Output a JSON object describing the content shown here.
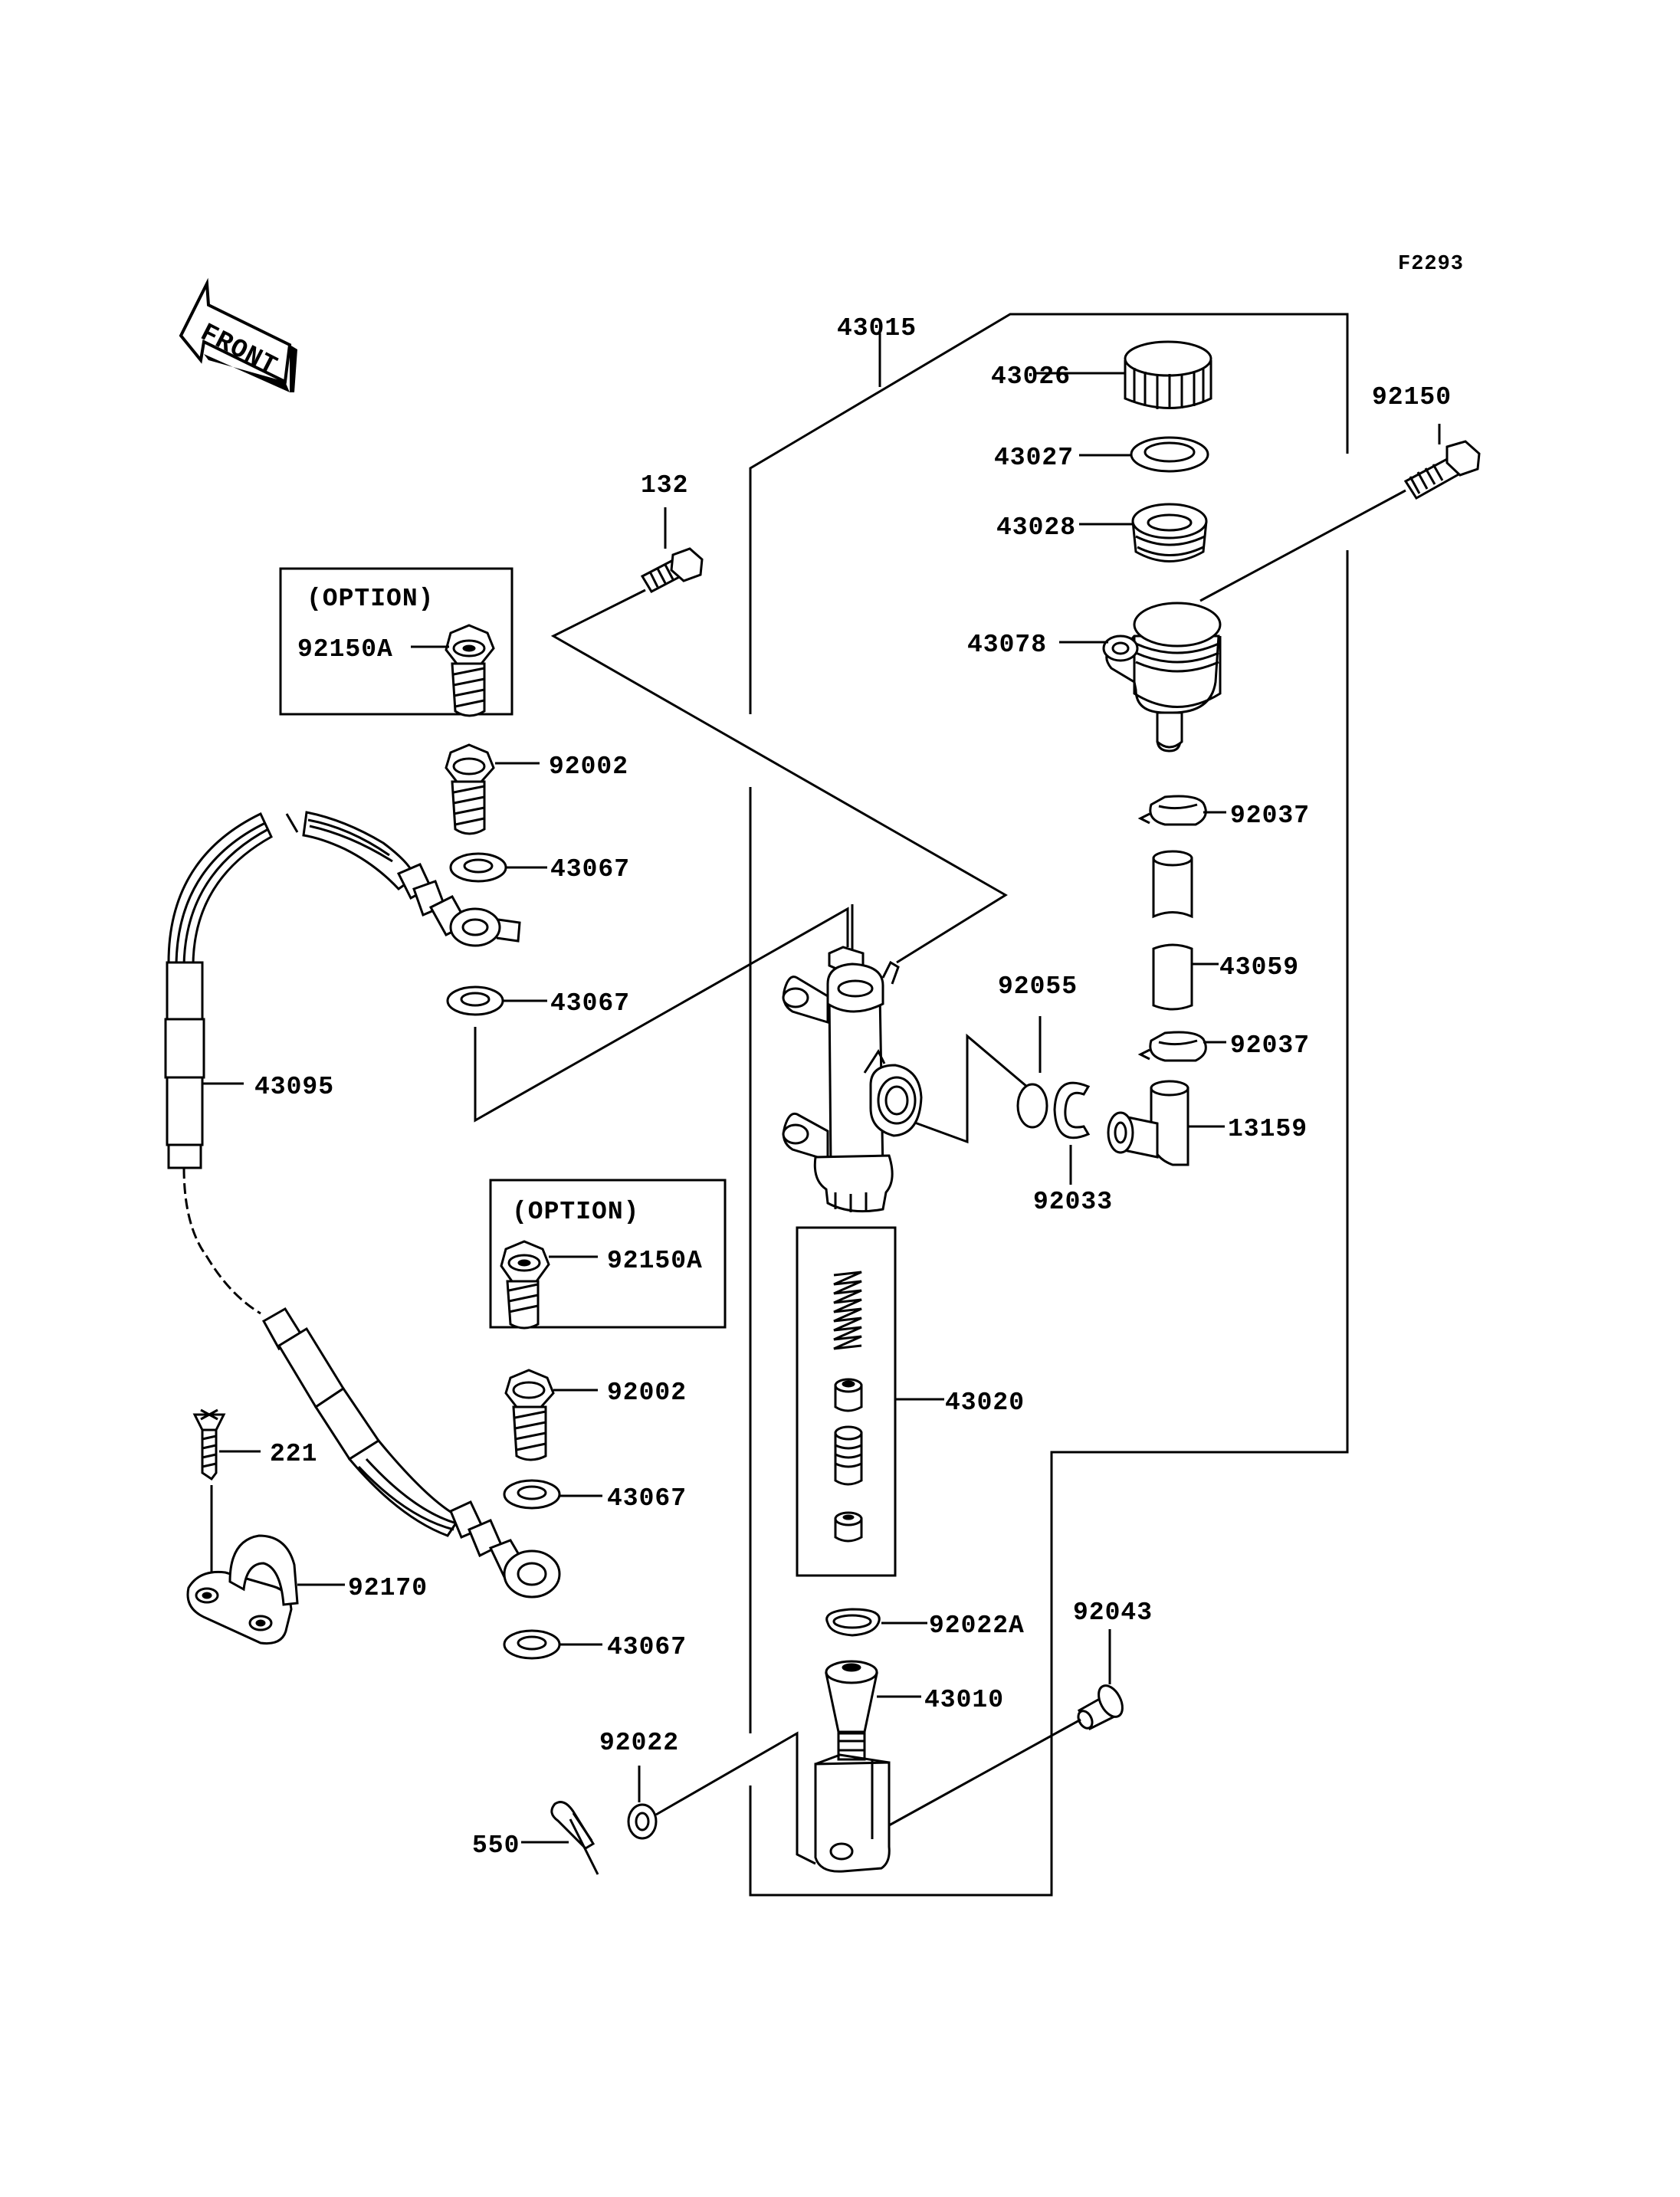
{
  "figure_id": "F2293",
  "front_label": "FRONT",
  "option_label": "(OPTION)",
  "part_numbers": {
    "p43015": "43015",
    "p43026": "43026",
    "p43027": "43027",
    "p43028": "43028",
    "p43078": "43078",
    "p92150": "92150",
    "p132": "132",
    "p92150A": "92150A",
    "p92002": "92002",
    "p43067": "43067",
    "p43095": "43095",
    "p92037": "92037",
    "p43059": "43059",
    "p92055": "92055",
    "p13159": "13159",
    "p92033": "92033",
    "p43020": "43020",
    "p221": "221",
    "p92170": "92170",
    "p92022A": "92022A",
    "p43010": "43010",
    "p92043": "92043",
    "p92022": "92022",
    "p550": "550"
  }
}
